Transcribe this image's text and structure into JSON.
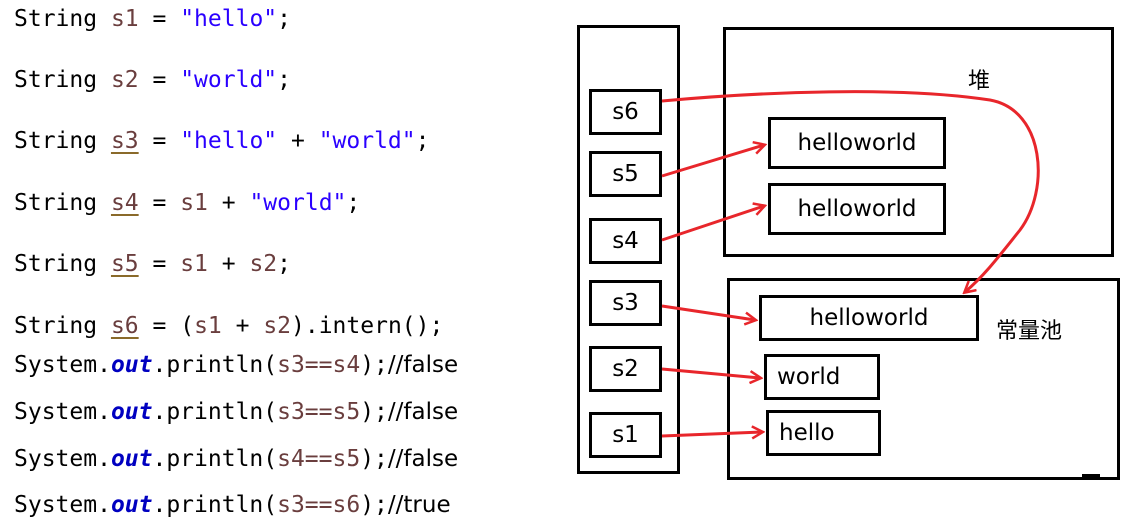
{
  "code": {
    "line1": {
      "type": "String",
      "var": "s1",
      "eq": " = ",
      "value": "\"hello\"",
      "end": ";"
    },
    "line2": {
      "type": "String",
      "var": "s2",
      "eq": " = ",
      "value": "\"world\"",
      "end": ";"
    },
    "line3": {
      "type": "String",
      "var": "s3",
      "eq": " = ",
      "v1": "\"hello\"",
      "plus": " + ",
      "v2": "\"world\"",
      "end": ";"
    },
    "line4": {
      "type": "String",
      "var": "s4",
      "eq": " = ",
      "v1": "s1",
      "plus": " + ",
      "v2": "\"world\"",
      "end": ";"
    },
    "line5": {
      "type": "String",
      "var": "s5",
      "eq": " = ",
      "v1": "s1",
      "plus": " + ",
      "v2": "s2",
      "end": ";"
    },
    "line6": {
      "type": "String",
      "var": "s6",
      "eq": " = ",
      "open": "(",
      "v1": "s1",
      "plus": " + ",
      "v2": "s2",
      "rest": ").intern();"
    },
    "prints": [
      {
        "pre": "System.",
        "field": "out",
        "call": ".println(",
        "arg": "s3==s4",
        "close": ");",
        "comment": "//false"
      },
      {
        "pre": "System.",
        "field": "out",
        "call": ".println(",
        "arg": "s3==s5",
        "close": ");",
        "comment": "//false"
      },
      {
        "pre": "System.",
        "field": "out",
        "call": ".println(",
        "arg": "s4==s5",
        "close": ");",
        "comment": "//false"
      },
      {
        "pre": "System.",
        "field": "out",
        "call": ".println(",
        "arg": "s3==s6",
        "close": ");",
        "comment": "//true"
      }
    ]
  },
  "diagram": {
    "stack_vars": [
      "s6",
      "s5",
      "s4",
      "s3",
      "s2",
      "s1"
    ],
    "heap": {
      "title": "堆",
      "objects": [
        "helloworld",
        "helloworld"
      ]
    },
    "pool": {
      "title": "常量池",
      "objects": [
        "helloworld",
        "world",
        "hello"
      ]
    },
    "colors": {
      "arrow": "#e8262b",
      "box": "#000000",
      "string_literal": "#2a00ff",
      "variable": "#6a3e3e",
      "field": "#0000c0"
    }
  }
}
